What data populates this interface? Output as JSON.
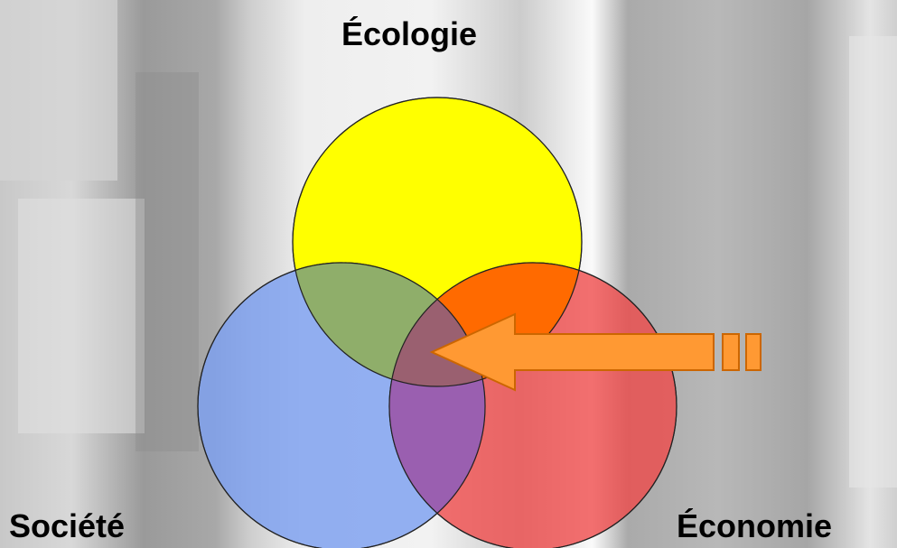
{
  "diagram": {
    "labels": {
      "ecology": "Écologie",
      "society": "Société",
      "economy": "Économie"
    },
    "colors": {
      "ecology_circle": "#ffff00",
      "society_circle": "#7da0f0",
      "economy_circle": "#f04848",
      "arrow_fill": "#ff9933",
      "arrow_stroke": "#cc6600",
      "outline": "#222222"
    }
  }
}
